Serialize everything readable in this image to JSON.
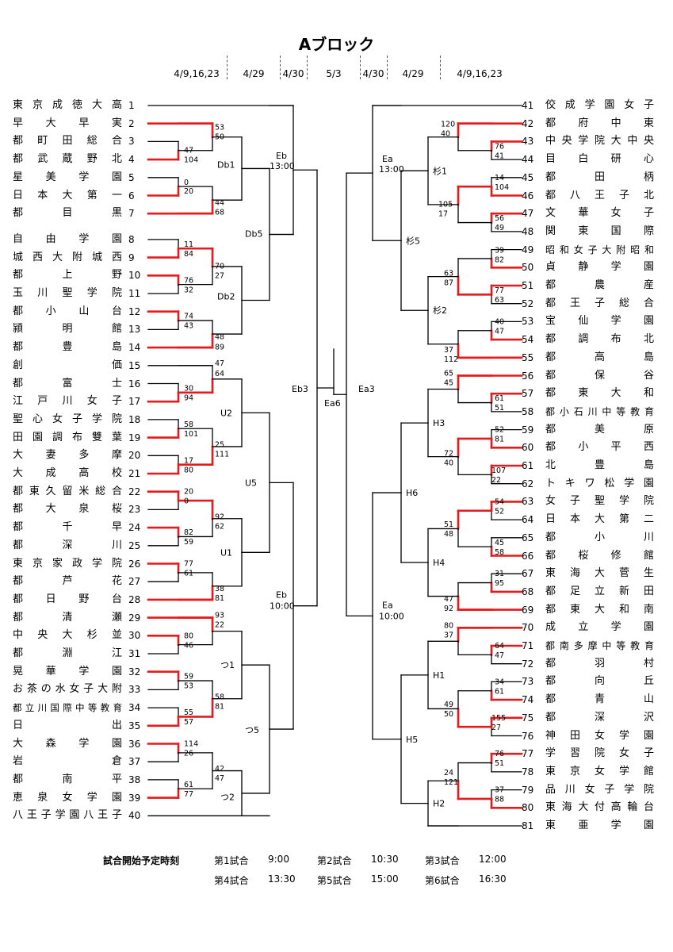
{
  "title": "Aブロック",
  "dates": [
    "4/9,16,23",
    "4/29",
    "4/30",
    "5/3",
    "4/30",
    "4/29",
    "4/9,16,23"
  ],
  "left_teams": [
    {
      "num": "1",
      "name": "東京成徳大高"
    },
    {
      "num": "2",
      "name": "早大早実"
    },
    {
      "num": "3",
      "name": "都町田総合"
    },
    {
      "num": "4",
      "name": "都武蔵野北"
    },
    {
      "num": "5",
      "name": "星美学園"
    },
    {
      "num": "6",
      "name": "日本大第一"
    },
    {
      "num": "7",
      "name": "都目黒"
    },
    {
      "num": "8",
      "name": "自由学園"
    },
    {
      "num": "9",
      "name": "城西大附城西"
    },
    {
      "num": "10",
      "name": "都上野"
    },
    {
      "num": "11",
      "name": "玉川聖学院"
    },
    {
      "num": "12",
      "name": "都小山台"
    },
    {
      "num": "13",
      "name": "潁明館"
    },
    {
      "num": "14",
      "name": "都豊島"
    },
    {
      "num": "15",
      "name": "創価"
    },
    {
      "num": "16",
      "name": "都富士"
    },
    {
      "num": "17",
      "name": "江戸川女子"
    },
    {
      "num": "18",
      "name": "聖心女子学院"
    },
    {
      "num": "19",
      "name": "田園調布雙葉"
    },
    {
      "num": "20",
      "name": "大妻多摩"
    },
    {
      "num": "21",
      "name": "大成高校"
    },
    {
      "num": "22",
      "name": "都東久留米総合"
    },
    {
      "num": "23",
      "name": "都大泉桜"
    },
    {
      "num": "24",
      "name": "都千早"
    },
    {
      "num": "25",
      "name": "都深川"
    },
    {
      "num": "26",
      "name": "東京家政学院"
    },
    {
      "num": "27",
      "name": "都芦花"
    },
    {
      "num": "28",
      "name": "都日野台"
    },
    {
      "num": "29",
      "name": "都清瀬"
    },
    {
      "num": "30",
      "name": "中央大杉並"
    },
    {
      "num": "31",
      "name": "都淵江"
    },
    {
      "num": "32",
      "name": "晃華学園"
    },
    {
      "num": "33",
      "name": "お茶の水女子大附"
    },
    {
      "num": "34",
      "name": "都立川国際中等教育"
    },
    {
      "num": "35",
      "name": "日出"
    },
    {
      "num": "36",
      "name": "大森学園"
    },
    {
      "num": "37",
      "name": "岩倉"
    },
    {
      "num": "38",
      "name": "都南平"
    },
    {
      "num": "39",
      "name": "恵泉女学園"
    },
    {
      "num": "40",
      "name": "八王子学園八王子"
    }
  ],
  "right_teams": [
    {
      "num": "41",
      "name": "佼成学園女子"
    },
    {
      "num": "42",
      "name": "都府中東"
    },
    {
      "num": "43",
      "name": "中央学院大中央"
    },
    {
      "num": "44",
      "name": "目白研心"
    },
    {
      "num": "45",
      "name": "都田柄"
    },
    {
      "num": "46",
      "name": "都八王子北"
    },
    {
      "num": "47",
      "name": "文華女子"
    },
    {
      "num": "48",
      "name": "関東国際"
    },
    {
      "num": "49",
      "name": "昭和女子大附昭和"
    },
    {
      "num": "50",
      "name": "貞静学園"
    },
    {
      "num": "51",
      "name": "都農産"
    },
    {
      "num": "52",
      "name": "都王子総合"
    },
    {
      "num": "53",
      "name": "宝仙学園"
    },
    {
      "num": "54",
      "name": "都調布北"
    },
    {
      "num": "55",
      "name": "都高島"
    },
    {
      "num": "56",
      "name": "都保谷"
    },
    {
      "num": "57",
      "name": "都東大和"
    },
    {
      "num": "58",
      "name": "都小石川中等教育"
    },
    {
      "num": "59",
      "name": "都美原"
    },
    {
      "num": "60",
      "name": "都小平西"
    },
    {
      "num": "61",
      "name": "北豊島"
    },
    {
      "num": "62",
      "name": "トキワ松学園"
    },
    {
      "num": "63",
      "name": "女子聖学院"
    },
    {
      "num": "64",
      "name": "日本大第二"
    },
    {
      "num": "65",
      "name": "都小川"
    },
    {
      "num": "66",
      "name": "都桜修館"
    },
    {
      "num": "67",
      "name": "東海大菅生"
    },
    {
      "num": "68",
      "name": "都足立新田"
    },
    {
      "num": "69",
      "name": "都東大和南"
    },
    {
      "num": "70",
      "name": "成立学園"
    },
    {
      "num": "71",
      "name": "都南多摩中等教育"
    },
    {
      "num": "72",
      "name": "都羽村"
    },
    {
      "num": "73",
      "name": "都向丘"
    },
    {
      "num": "74",
      "name": "都青山"
    },
    {
      "num": "75",
      "name": "都深沢"
    },
    {
      "num": "76",
      "name": "神田女学園"
    },
    {
      "num": "77",
      "name": "学習院女子"
    },
    {
      "num": "78",
      "name": "東京女学館"
    },
    {
      "num": "79",
      "name": "品川女子学院"
    },
    {
      "num": "80",
      "name": "東海大付高輪台"
    },
    {
      "num": "81",
      "name": "東亜学園"
    }
  ],
  "scores": [
    {
      "v": "53"
    },
    {
      "v": "50"
    },
    {
      "v": "47"
    },
    {
      "v": "104"
    },
    {
      "v": "0"
    },
    {
      "v": "20"
    },
    {
      "v": "44"
    },
    {
      "v": "68"
    },
    {
      "v": "11"
    },
    {
      "v": "84"
    },
    {
      "v": "76"
    },
    {
      "v": "32"
    },
    {
      "v": "70"
    },
    {
      "v": "27"
    },
    {
      "v": "74"
    },
    {
      "v": "43"
    },
    {
      "v": "48"
    },
    {
      "v": "89"
    },
    {
      "v": "47"
    },
    {
      "v": "64"
    },
    {
      "v": "30"
    },
    {
      "v": "94"
    },
    {
      "v": "58"
    },
    {
      "v": "101"
    },
    {
      "v": "25"
    },
    {
      "v": "111"
    },
    {
      "v": "17"
    },
    {
      "v": "80"
    },
    {
      "v": "20"
    },
    {
      "v": "0"
    },
    {
      "v": "92"
    },
    {
      "v": "62"
    },
    {
      "v": "82"
    },
    {
      "v": "59"
    },
    {
      "v": "77"
    },
    {
      "v": "61"
    },
    {
      "v": "38"
    },
    {
      "v": "81"
    },
    {
      "v": "93"
    },
    {
      "v": "22"
    },
    {
      "v": "80"
    },
    {
      "v": "46"
    },
    {
      "v": "59"
    },
    {
      "v": "53"
    },
    {
      "v": "58"
    },
    {
      "v": "81"
    },
    {
      "v": "55"
    },
    {
      "v": "57"
    },
    {
      "v": "114"
    },
    {
      "v": "26"
    },
    {
      "v": "42"
    },
    {
      "v": "47"
    },
    {
      "v": "61"
    },
    {
      "v": "77"
    },
    {
      "v": "120"
    },
    {
      "v": "40"
    },
    {
      "v": "76"
    },
    {
      "v": "41"
    },
    {
      "v": "14"
    },
    {
      "v": "104"
    },
    {
      "v": "105"
    },
    {
      "v": "17"
    },
    {
      "v": "56"
    },
    {
      "v": "49"
    },
    {
      "v": "39"
    },
    {
      "v": "82"
    },
    {
      "v": "63"
    },
    {
      "v": "87"
    },
    {
      "v": "77"
    },
    {
      "v": "63"
    },
    {
      "v": "40"
    },
    {
      "v": "47"
    },
    {
      "v": "37"
    },
    {
      "v": "112"
    },
    {
      "v": "65"
    },
    {
      "v": "45"
    },
    {
      "v": "61"
    },
    {
      "v": "51"
    },
    {
      "v": "52"
    },
    {
      "v": "81"
    },
    {
      "v": "72"
    },
    {
      "v": "40"
    },
    {
      "v": "107"
    },
    {
      "v": "22"
    },
    {
      "v": "54"
    },
    {
      "v": "52"
    },
    {
      "v": "51"
    },
    {
      "v": "48"
    },
    {
      "v": "45"
    },
    {
      "v": "58"
    },
    {
      "v": "31"
    },
    {
      "v": "95"
    },
    {
      "v": "47"
    },
    {
      "v": "92"
    },
    {
      "v": "80"
    },
    {
      "v": "37"
    },
    {
      "v": "64"
    },
    {
      "v": "47"
    },
    {
      "v": "34"
    },
    {
      "v": "61"
    },
    {
      "v": "49"
    },
    {
      "v": "50"
    },
    {
      "v": "155"
    },
    {
      "v": "27"
    },
    {
      "v": "24"
    },
    {
      "v": "121"
    },
    {
      "v": "76"
    },
    {
      "v": "51"
    },
    {
      "v": "37"
    },
    {
      "v": "88"
    }
  ],
  "match_labels": [
    {
      "t": "Db1"
    },
    {
      "t": "Db2"
    },
    {
      "t": "Db5"
    },
    {
      "t": "Eb"
    },
    {
      "t": "13:00"
    },
    {
      "t": "U2"
    },
    {
      "t": "U1"
    },
    {
      "t": "U5"
    },
    {
      "t": "つ1"
    },
    {
      "t": "つ2"
    },
    {
      "t": "つ5"
    },
    {
      "t": "Eb"
    },
    {
      "t": "10:00"
    },
    {
      "t": "Eb3"
    },
    {
      "t": "Ea6"
    },
    {
      "t": "Ea3"
    },
    {
      "t": "Ea"
    },
    {
      "t": "13:00"
    },
    {
      "t": "杉1"
    },
    {
      "t": "杉2"
    },
    {
      "t": "杉5"
    },
    {
      "t": "H3"
    },
    {
      "t": "H4"
    },
    {
      "t": "H6"
    },
    {
      "t": "H1"
    },
    {
      "t": "H2"
    },
    {
      "t": "H5"
    },
    {
      "t": "Ea"
    },
    {
      "t": "10:00"
    }
  ],
  "schedule": {
    "label": "試合開始予定時刻",
    "games": [
      {
        "name": "第1試合",
        "time": "9:00"
      },
      {
        "name": "第2試合",
        "time": "10:30"
      },
      {
        "name": "第3試合",
        "time": "12:00"
      },
      {
        "name": "第4試合",
        "time": "13:30"
      },
      {
        "name": "第5試合",
        "time": "15:00"
      },
      {
        "name": "第6試合",
        "time": "16:30"
      }
    ]
  },
  "colors": {
    "winner": "#e41a1c",
    "line": "#000000"
  }
}
